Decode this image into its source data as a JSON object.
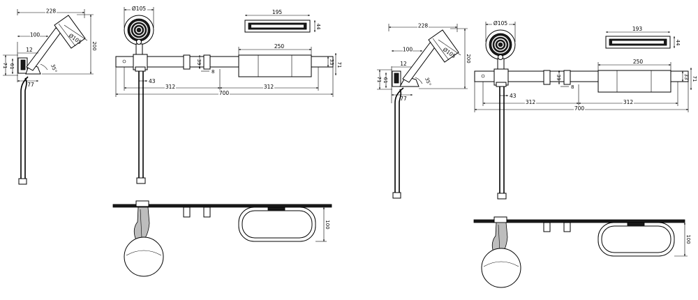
{
  "figures": [
    {
      "id": "a",
      "dims": {
        "overall_width": "228",
        "head_diameter_side": "Ø105",
        "arm_length": "100",
        "height": "200",
        "offset": "12",
        "wall_left_a": "71",
        "wall_left_b": "61",
        "angle": "35°",
        "bottom_offset": "77",
        "head_diameter_top": "Ø105",
        "tray_top_width": "195",
        "tray_top_depth": "44",
        "tray_width": "250",
        "knob_height": "39",
        "knob_gap": "8",
        "holder_offset": "43",
        "span_left": "312",
        "span_right": "312",
        "rail_length": "700",
        "rail_height_a": "33",
        "rail_height_b": "71",
        "plan_depth": "100"
      }
    },
    {
      "id": "b",
      "dims": {
        "overall_width": "228",
        "head_diameter_side": "Ø105",
        "arm_length": "100",
        "height": "200",
        "offset": "12",
        "wall_left_a": "71",
        "wall_left_b": "61",
        "angle": "35°",
        "bottom_offset": "77",
        "head_diameter_top": "Ø105",
        "tray_top_width": "193",
        "tray_top_depth": "44",
        "tray_width": "250",
        "knob_height": "39",
        "knob_gap": "8",
        "holder_offset": "43",
        "span_left": "312",
        "span_right": "312",
        "rail_length": "700",
        "rail_height_a": "33",
        "rail_height_b": "71",
        "plan_depth": "100"
      }
    }
  ]
}
